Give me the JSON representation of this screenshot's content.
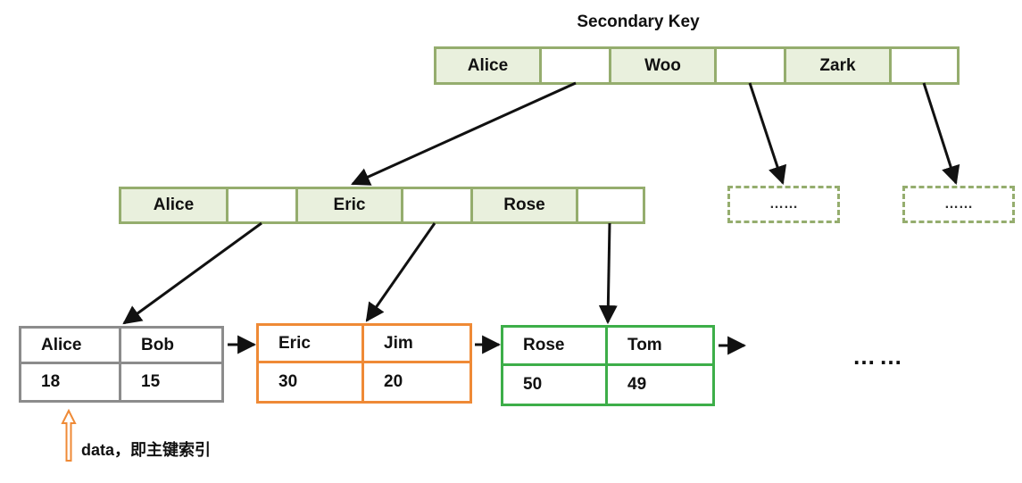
{
  "title": "Secondary Key",
  "root_node": {
    "keys": [
      "Alice",
      "Woo",
      "Zark"
    ]
  },
  "internal_node": {
    "keys": [
      "Alice",
      "Eric",
      "Rose"
    ]
  },
  "placeholder_nodes": [
    {
      "text": "……"
    },
    {
      "text": "……"
    }
  ],
  "leaf_nodes": [
    {
      "keys": [
        "Alice",
        "Bob"
      ],
      "values": [
        "18",
        "15"
      ],
      "color": "#8c8c8c"
    },
    {
      "keys": [
        "Eric",
        "Jim"
      ],
      "values": [
        "30",
        "20"
      ],
      "color": "#ef8a36"
    },
    {
      "keys": [
        "Rose",
        "Tom"
      ],
      "values": [
        "50",
        "49"
      ],
      "color": "#3dae49"
    }
  ],
  "trailing_ellipsis": "……",
  "annotation": "data，即主键索引",
  "colors": {
    "node_border": "#95ad6e",
    "node_fill": "#e9f0dd",
    "arrow": "#111111",
    "annotation_arrow": "#ef8a36"
  }
}
